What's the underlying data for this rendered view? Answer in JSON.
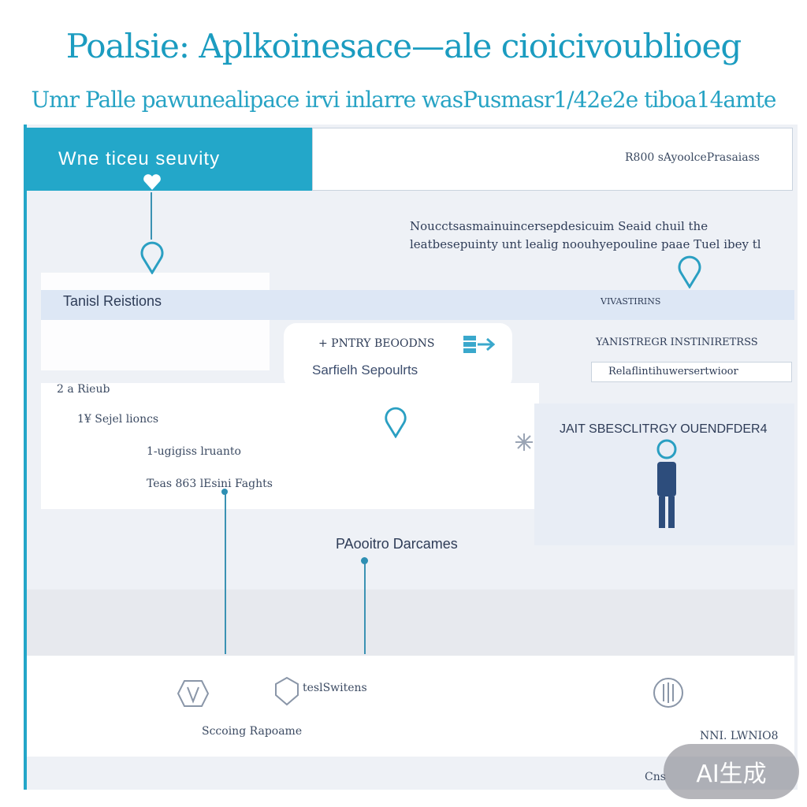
{
  "header": {
    "title": "Poalsie: Aplkoinesace—ale cioicivoublioeg",
    "subtitle": "Umr Palle pawunealipace irvi inlarre wasPusmasr1/42e2e tiboa14amte"
  },
  "top_bar": {
    "left_label": "Wne ticeu seuvity",
    "right_label": "R800 sAyoolcePrasaiass"
  },
  "description": {
    "line1": "Noucctsasmainuincersepdesicuim Seaid chuil the",
    "line2": "leatbesepuinty unt lealig noouhyepouline paae  Tuel ibey   tl"
  },
  "band": {
    "left_label": "Tanisl Reistions",
    "right_label": "VIVASTIRINS"
  },
  "middle_card": {
    "line1": "+ PNTRY  BEOODNS",
    "line2": "Sarfielh Sepoulrts"
  },
  "right_column": {
    "line1": "YANISTREGR  INSTINIRETRSS",
    "box_label": "Relaflintihuwersertwioor"
  },
  "left_list": {
    "heading": "2 a Rieub",
    "item1": "1¥ Sejel lioncs",
    "item2": "1-ugigiss lruanto",
    "item3": "Teas 863 lEsini Faghts"
  },
  "officer": {
    "title": "JAIT  SBESCLITRGY OUENDFDER4"
  },
  "center_label": "PAooitro Darcames",
  "footer": {
    "center_label": "teslSwitens",
    "left_label": "Sccoing Rapoame",
    "right_label": "NNI. LWNIO8",
    "bottom_right": "Cns",
    "watermark": "AI生成"
  },
  "colors": {
    "accent": "#23a7c9",
    "title": "#1b9cc0",
    "text": "#2e3c57",
    "panel": "#eef1f6",
    "band": "#dde7f5"
  },
  "icons": [
    "heart-icon",
    "location-pin-icon",
    "location-pin-icon",
    "location-pin-icon",
    "network-icon",
    "person-icon",
    "shield-icon",
    "shield-icon",
    "shield-icon",
    "sparkle-icon"
  ]
}
